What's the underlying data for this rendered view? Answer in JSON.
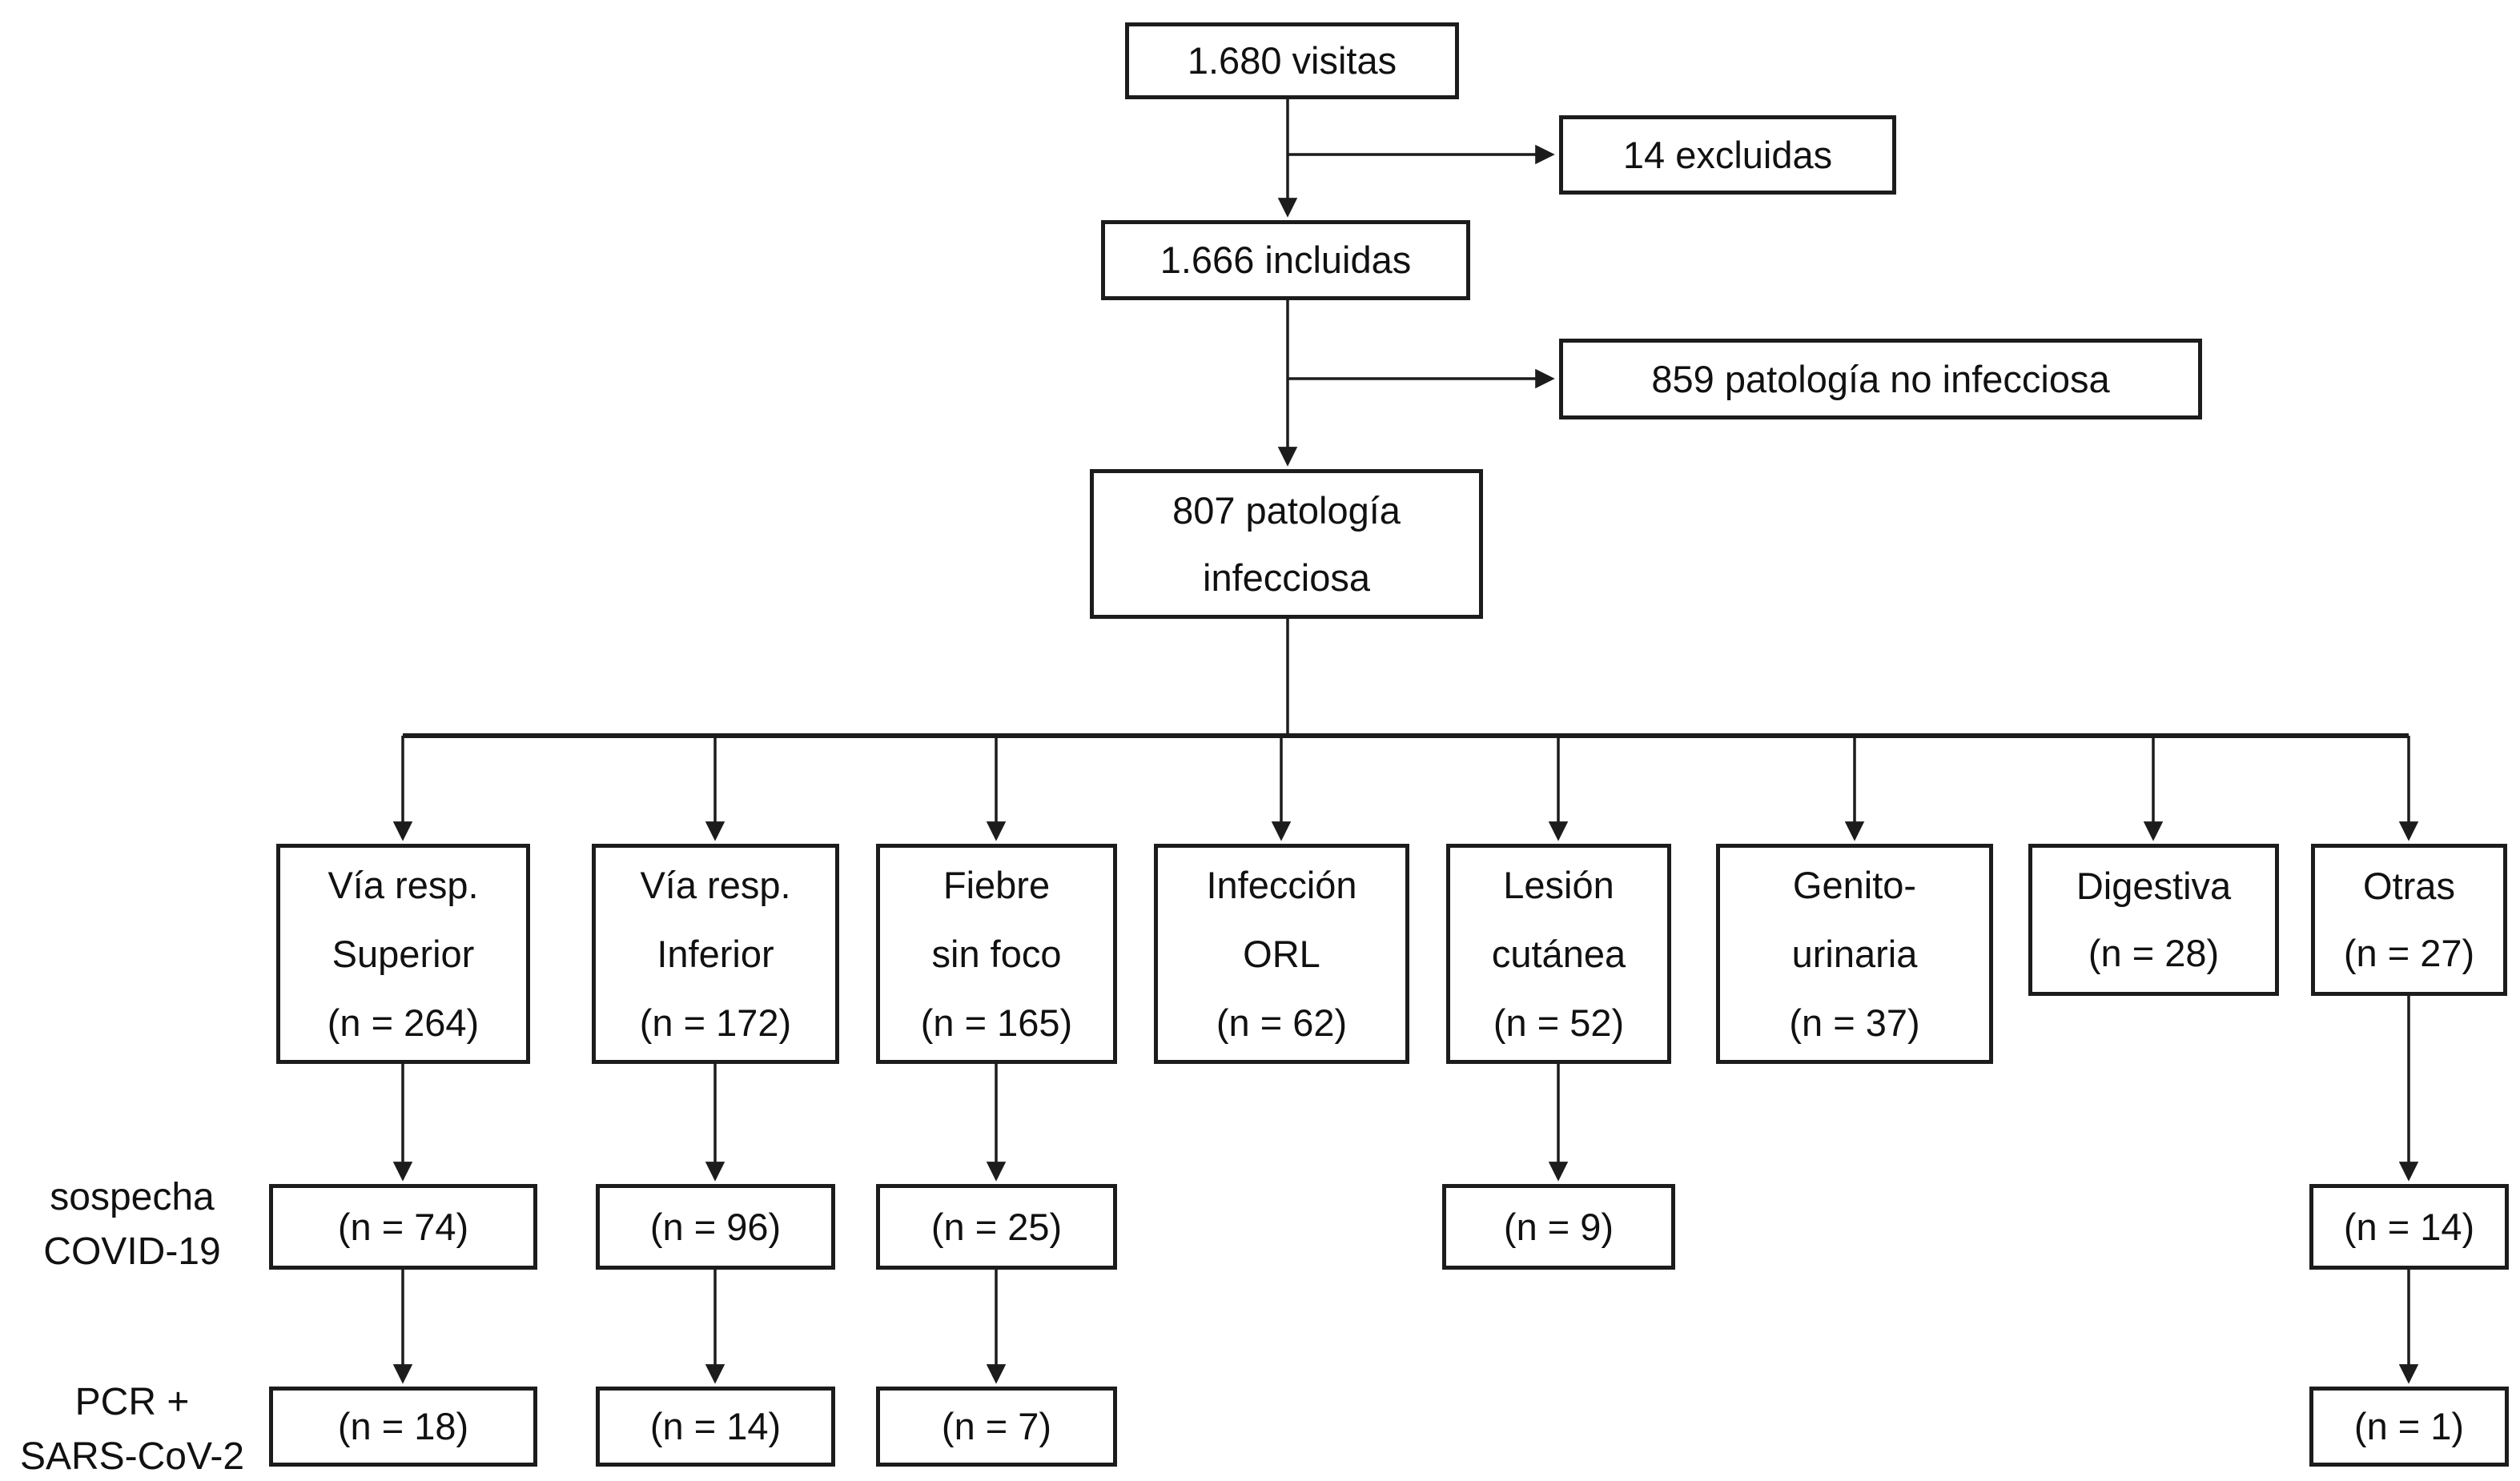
{
  "diagram": {
    "top": {
      "visitas": "1.680 visitas",
      "excluidas": "14 excluidas",
      "incluidas": "1.666 incluidas",
      "no_infecciosa": "859 patología no infecciosa",
      "infecciosa_line1": "807 patología",
      "infecciosa_line2": "infecciosa"
    },
    "branches": [
      {
        "id": "via-resp-superior",
        "lines": [
          "Vía resp.",
          "Superior",
          "(n = 264)"
        ]
      },
      {
        "id": "via-resp-inferior",
        "lines": [
          "Vía resp.",
          "Inferior",
          "(n = 172)"
        ]
      },
      {
        "id": "fiebre-sin-foco",
        "lines": [
          "Fiebre",
          "sin foco",
          "(n = 165)"
        ]
      },
      {
        "id": "infeccion-orl",
        "lines": [
          "Infección",
          "ORL",
          "(n = 62)"
        ]
      },
      {
        "id": "lesion-cutanea",
        "lines": [
          "Lesión",
          "cutánea",
          "(n = 52)"
        ]
      },
      {
        "id": "genito-urinaria",
        "lines": [
          "Genito-",
          "urinaria",
          "(n = 37)"
        ]
      },
      {
        "id": "digestiva",
        "lines": [
          "Digestiva",
          "(n = 28)"
        ]
      },
      {
        "id": "otras",
        "lines": [
          "Otras",
          "(n = 27)"
        ]
      }
    ],
    "sospecha_row": {
      "label_line1": "sospecha",
      "label_line2": "COVID-19",
      "via_sup": "(n = 74)",
      "via_inf": "(n = 96)",
      "fiebre": "(n = 25)",
      "lesion": "(n = 9)",
      "otras": "(n = 14)"
    },
    "pcr_row": {
      "label_line1": "PCR +",
      "label_line2": "SARS-CoV-2",
      "via_sup": "(n = 18)",
      "via_inf": "(n = 14)",
      "fiebre": "(n = 7)",
      "otras": "(n = 1)"
    },
    "colors": {
      "line": "#1c1c1c",
      "text": "#111111",
      "background": "#ffffff"
    }
  }
}
